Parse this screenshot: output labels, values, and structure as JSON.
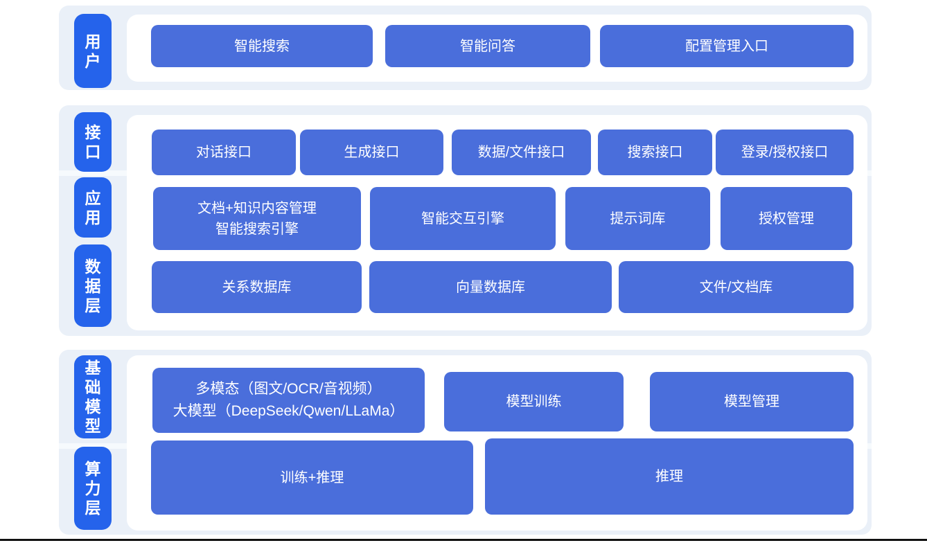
{
  "diagram": {
    "user_layer": {
      "label": "用户",
      "smart_search": "智能搜索",
      "smart_qa": "智能问答",
      "config_entry": "配置管理入口"
    },
    "service_layer": {
      "interface_label": "接口",
      "application_label": "应用",
      "data_label": "数据层",
      "dialog_api": "对话接口",
      "generation_api": "生成接口",
      "data_file_api": "数据/文件接口",
      "search_api": "搜索接口",
      "login_auth_api": "登录/授权接口",
      "doc_knowledge_line1": "文档+知识内容管理",
      "doc_knowledge_line2": "智能搜索引擎",
      "interaction_engine": "智能交互引擎",
      "prompt_library": "提示词库",
      "auth_management": "授权管理",
      "relational_db": "关系数据库",
      "vector_db": "向量数据库",
      "file_doc_store": "文件/文档库"
    },
    "foundation_layer": {
      "base_model_label": "基础模型",
      "compute_label": "算力层",
      "multimodal_line1": "多模态（图文/OCR/音视频）",
      "multimodal_line2": "大模型（DeepSeek/Qwen/LLaMa）",
      "model_training": "模型训练",
      "model_management": "模型管理",
      "training_inference": "训练+推理",
      "inference": "推理"
    },
    "colors": {
      "label_bg": "#2563EB",
      "box_bg": "#4A6EDB",
      "section_bg": "#EAF0F8",
      "panel_bg": "#FFFFFF",
      "divider": "#111111"
    }
  }
}
